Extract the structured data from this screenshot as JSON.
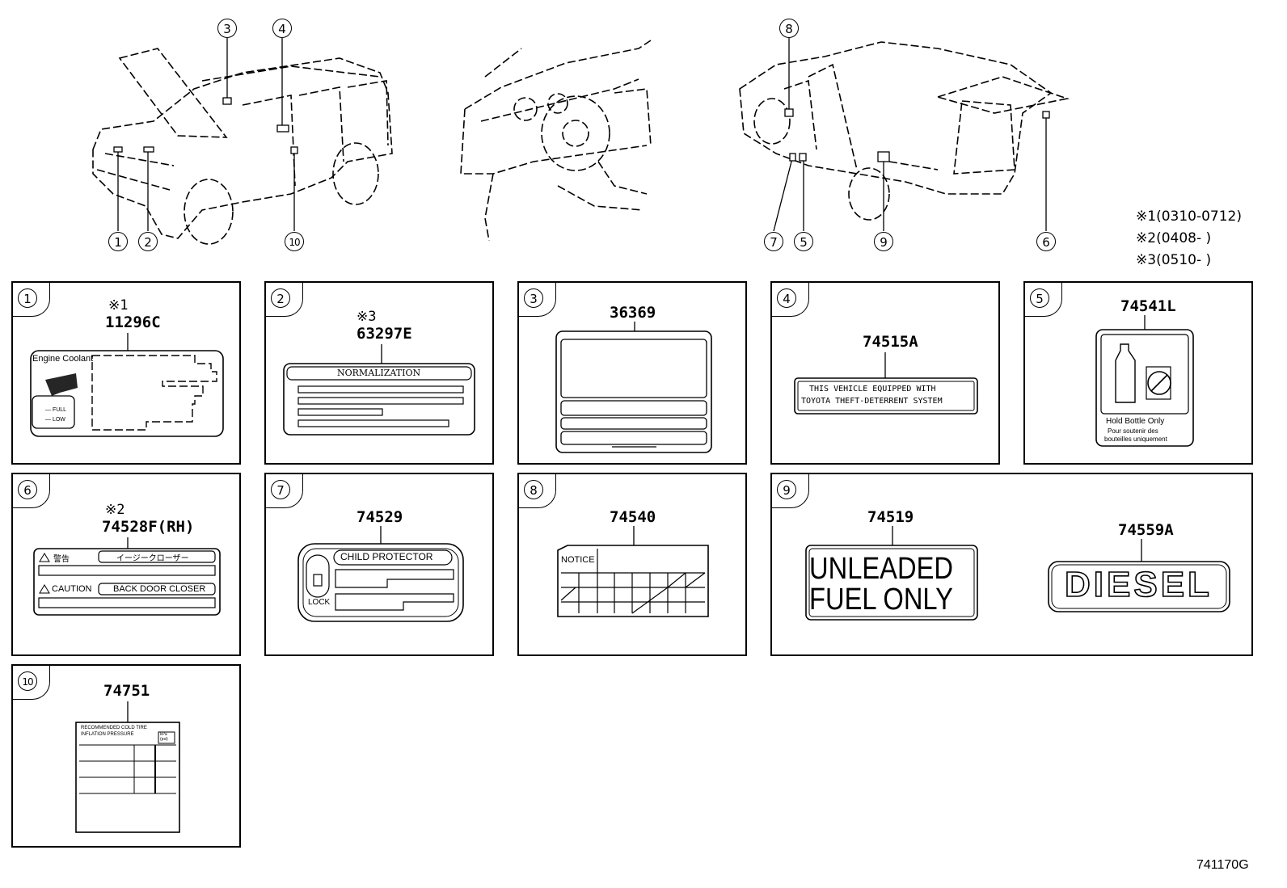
{
  "callouts": [
    "1",
    "2",
    "3",
    "4",
    "5",
    "6",
    "7",
    "8",
    "9",
    "10"
  ],
  "notes": [
    {
      "mark": "※1",
      "range": "(0310-0712)"
    },
    {
      "mark": "※2",
      "range": "(0408-     )"
    },
    {
      "mark": "※3",
      "range": "(0510-     )"
    }
  ],
  "panels": {
    "p1": {
      "num": "1",
      "note": "※1",
      "part": "11296C",
      "label_title": "Engine Coolant",
      "full": "— FULL",
      "low": "— LOW"
    },
    "p2": {
      "num": "2",
      "note": "※3",
      "part": "63297E",
      "label_title": "NORMALIZATION"
    },
    "p3": {
      "num": "3",
      "part": "36369"
    },
    "p4": {
      "num": "4",
      "part": "74515A",
      "line1": "THIS VEHICLE EQUIPPED WITH",
      "line2": "TOYOTA THEFT-DETERRENT SYSTEM"
    },
    "p5": {
      "num": "5",
      "part": "74541L",
      "line1": "Hold Bottle Only",
      "line2": "Pour soutenir des",
      "line3": "bouteilles uniquement"
    },
    "p6": {
      "num": "6",
      "note": "※2",
      "part": "74528F(RH)",
      "jp_warn": "警告",
      "jp_label": "イージークローザー",
      "caution": "CAUTION",
      "closer": "BACK DOOR CLOSER"
    },
    "p7": {
      "num": "7",
      "part": "74529",
      "title": "CHILD PROTECTOR",
      "lock": "LOCK"
    },
    "p8": {
      "num": "8",
      "part": "74540",
      "notice": "NOTICE"
    },
    "p9": {
      "num": "9",
      "part_a": "74519",
      "unleaded1": "UNLEADED",
      "unleaded2": "FUEL ONLY",
      "part_b": "74559A",
      "diesel": "DIESEL"
    },
    "p10": {
      "num": "10",
      "part": "74751",
      "line1": "RECOMMENDED COLD TIRE",
      "line2": "INFLATION PRESSURE",
      "side": "kPa\n(psi)"
    }
  },
  "figure_code": "741170G"
}
